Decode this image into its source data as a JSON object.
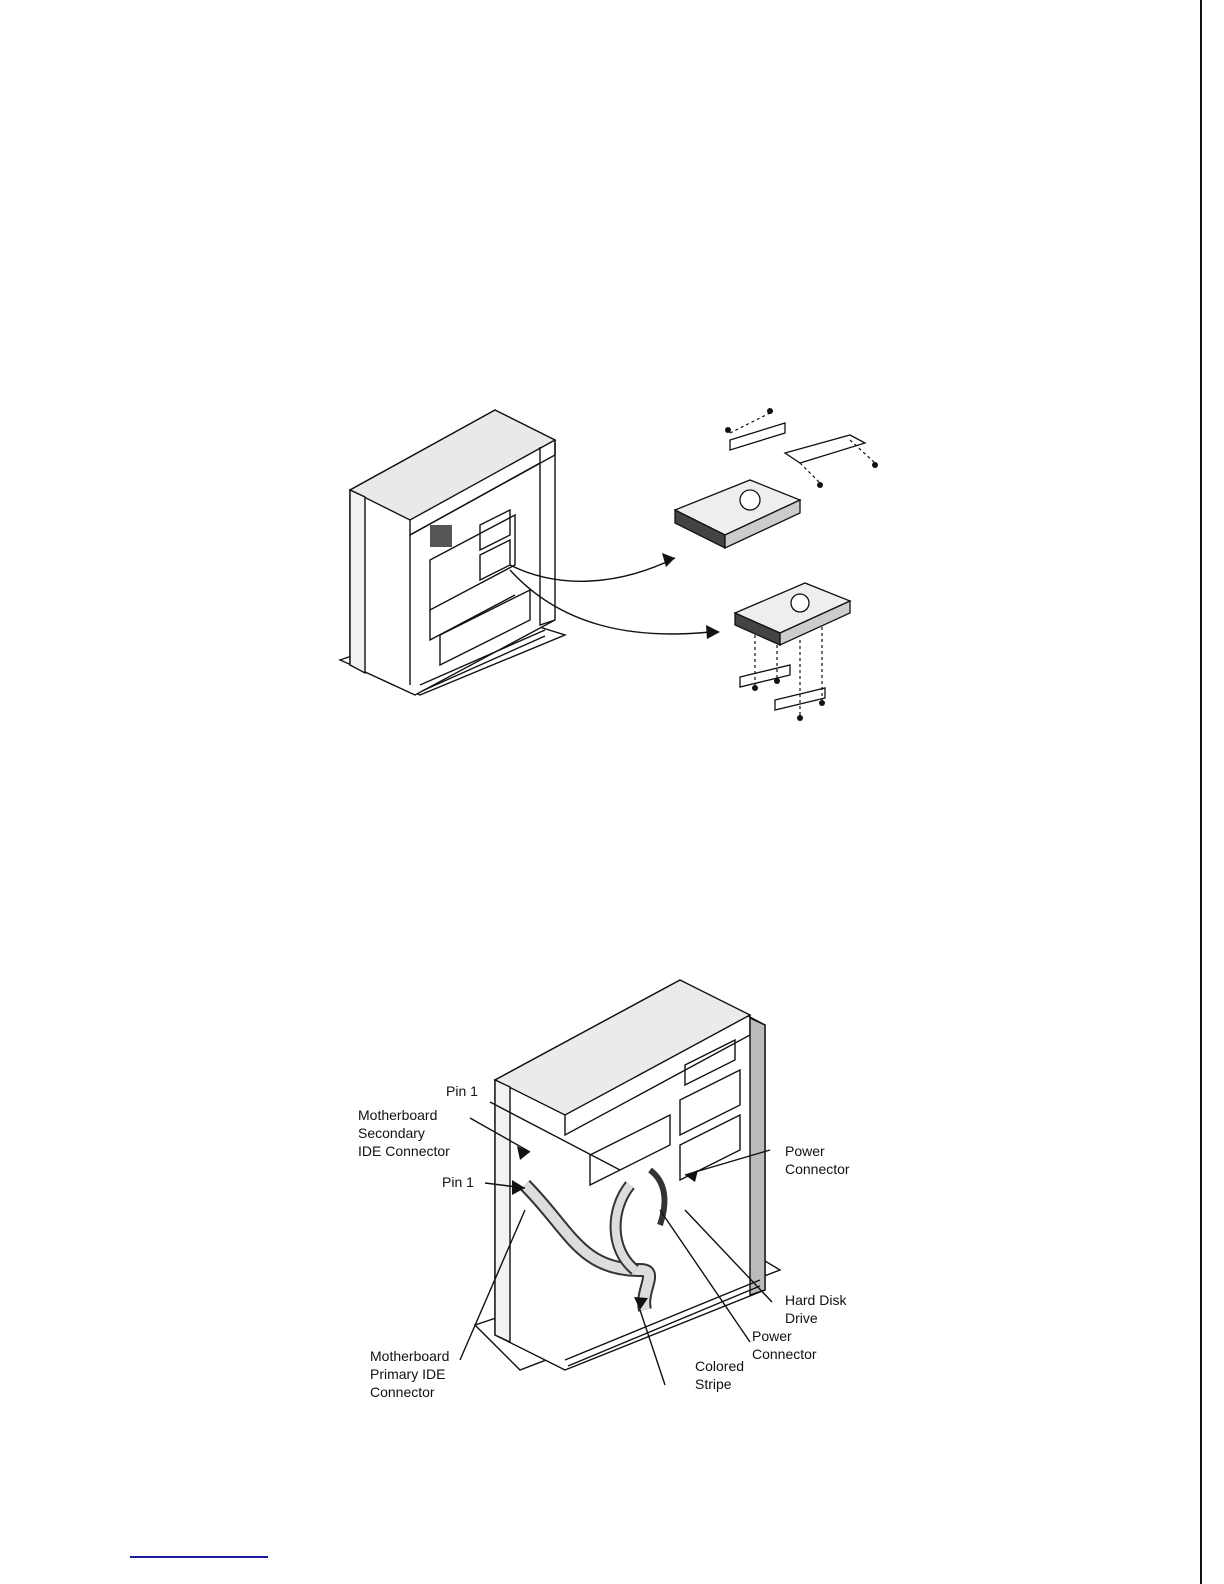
{
  "figure_bottom": {
    "labels": {
      "pin1_top": "Pin 1",
      "secondary_ide": "Motherboard\nSecondary\nIDE Connector",
      "pin1_left": "Pin 1",
      "power_connector_top": "Power\nConnector",
      "hard_disk_drive": "Hard Disk\nDrive",
      "power_connector_bottom": "Power\nConnector",
      "primary_ide": "Motherboard\nPrimary IDE\nConnector",
      "colored_stripe": "Colored\nStripe"
    }
  }
}
